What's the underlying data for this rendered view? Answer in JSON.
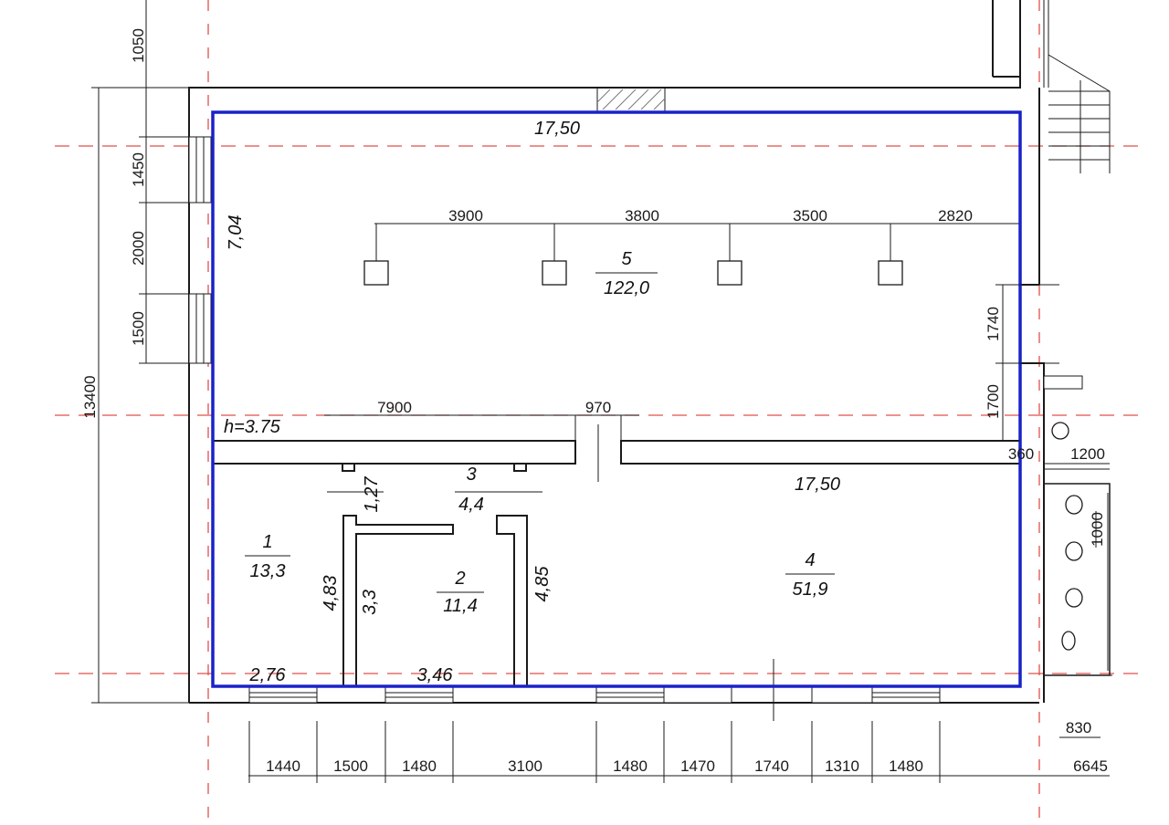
{
  "colors": {
    "outline": "#1a22c8",
    "axis": "#e0504a",
    "ink": "#1a1a1a"
  },
  "rooms": [
    {
      "number": "1",
      "area": "13,3"
    },
    {
      "number": "2",
      "area": "11,4"
    },
    {
      "number": "3",
      "area": "4,4"
    },
    {
      "number": "4",
      "area": "51,9"
    },
    {
      "number": "5",
      "area": "122,0"
    }
  ],
  "labels": {
    "height": "h=3.75",
    "top_length": "17,50",
    "mid_length": "17,50",
    "left_height": "7,04",
    "room1_height": "4,83",
    "room2_width_side": "3,3",
    "room2_height": "4,85",
    "corridor_width": "1,27",
    "bottom_left": "2,76",
    "bottom_mid": "3,46"
  },
  "dims": {
    "left_total": "13400",
    "left_segments": [
      "1050",
      "1450",
      "2000",
      "1500"
    ],
    "right_segments": [
      "1740",
      "1700"
    ],
    "column_spacing": [
      "3900",
      "3800",
      "3500",
      "2820"
    ],
    "partition": [
      "7900",
      "970"
    ],
    "right_extra": [
      "360",
      "1200",
      "1000",
      "830"
    ],
    "bottom": [
      "1440",
      "1500",
      "1480",
      "3100",
      "1480",
      "1470",
      "1740",
      "1310",
      "1480",
      "6645"
    ]
  }
}
